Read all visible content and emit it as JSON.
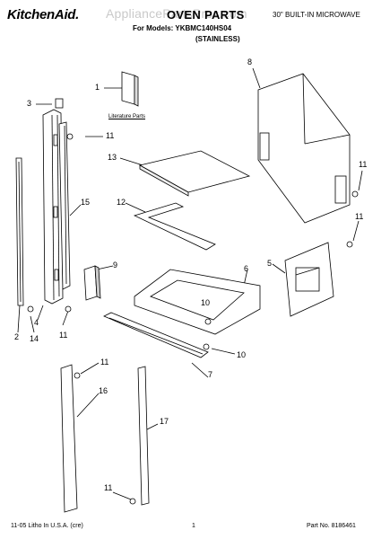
{
  "header": {
    "brand": "KitchenAid.",
    "watermark": "AppliancePartsPros.com",
    "title": "OVEN PARTS",
    "subtitle": "30\" BUILT-IN MICROWAVE",
    "models": "For Models: YKBMC140HS04",
    "variant": "(STAINLESS)"
  },
  "literature_label": "Literature Parts",
  "callouts": [
    "1",
    "3",
    "11",
    "2",
    "14",
    "4",
    "11",
    "15",
    "9",
    "13",
    "12",
    "8",
    "11",
    "11",
    "5",
    "6",
    "10",
    "10",
    "7",
    "11",
    "16",
    "17",
    "11"
  ],
  "footer": {
    "left": "11-05 Litho In U.S.A. (cre)",
    "page": "1",
    "right": "Part No. 8186461"
  }
}
